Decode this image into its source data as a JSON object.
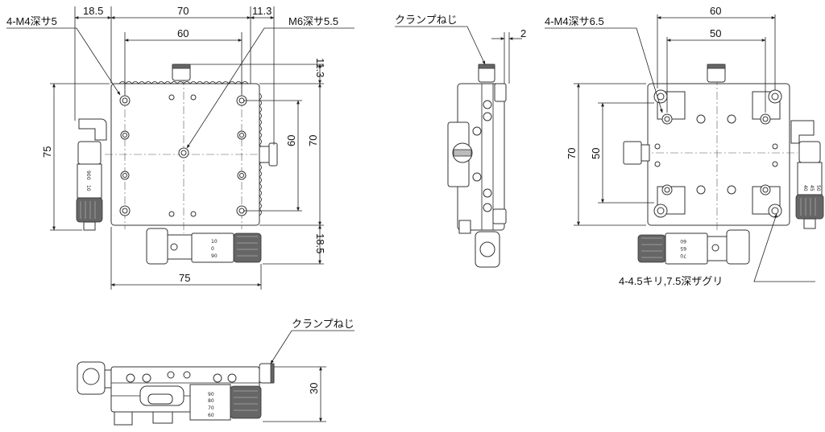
{
  "top_view": {
    "label_tap_left": "4-M4深サ5",
    "label_tap_center": "M6深サ5.5",
    "dim_top_18_5": "18.5",
    "dim_top_70": "70",
    "dim_top_11_3": "11.3",
    "dim_top_60": "60",
    "dim_right_11_3": "11.3",
    "dim_right_60": "60",
    "dim_right_70": "70",
    "dim_right_18_5": "18.5",
    "dim_left_75": "75",
    "dim_bottom_75": "75",
    "mic_scale_side": [
      "10",
      "0",
      "90"
    ],
    "mic_scale_bottom": [
      "10",
      "0",
      "90"
    ]
  },
  "side_view": {
    "label_clamp": "クランプねじ",
    "dim_2": "2"
  },
  "bottom_view": {
    "label_tap": "4-M4深サ6.5",
    "label_counterbore": "4-4.5キリ,7.5深ザグリ",
    "dim_60": "60",
    "dim_50": "50",
    "dim_left_70": "70",
    "dim_left_50": "50",
    "mic_scale_side": [
      "40",
      "45",
      "50"
    ],
    "mic_scale_bottom": [
      "60",
      "65",
      "70"
    ]
  },
  "front_view": {
    "label_clamp": "クランプねじ",
    "dim_30": "30",
    "mic_scale": [
      "90",
      "80",
      "70",
      "60"
    ]
  }
}
